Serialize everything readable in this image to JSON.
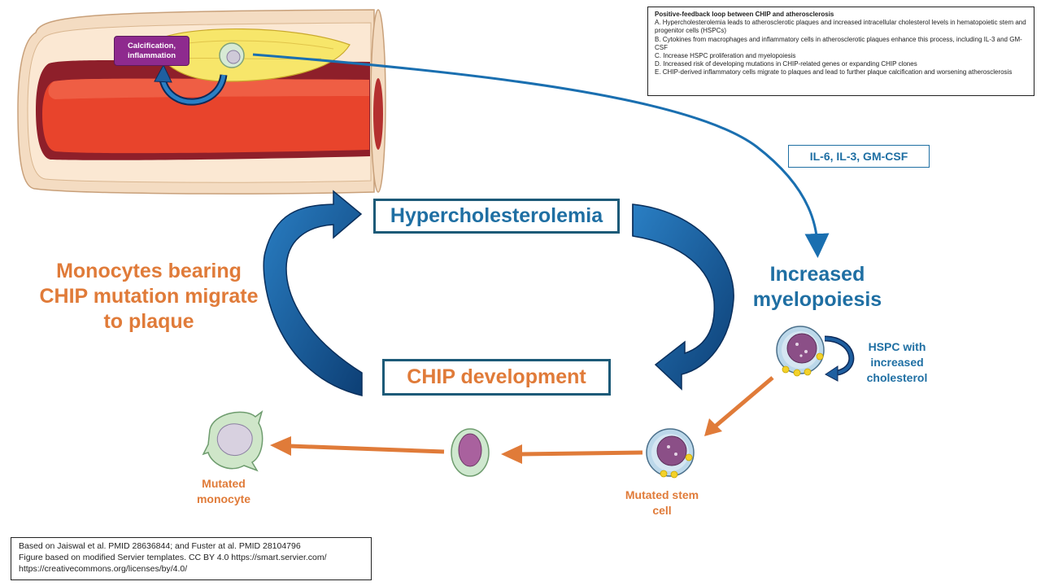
{
  "legend": {
    "title": "Positive-feedback loop between CHIP and atherosclerosis",
    "items": [
      "A. Hypercholesterolemia leads to atherosclerotic plaques and increased intracellular cholesterol levels in hematopoietic stem and progenitor cells (HSPCs)",
      "B. Cytokines from macrophages and inflammatory cells in atherosclerotic plaques enhance this process, including IL-3 and GM-CSF",
      "C. Increase HSPC proliferation and myelopoiesis",
      "D. Increased risk of developing mutations in CHIP-related genes or expanding CHIP clones",
      "E. CHIP-derived inflammatory cells migrate to plaques and lead to further plaque calcification and worsening atherosclerosis"
    ]
  },
  "cytokines": "IL-6, IL-3, GM-CSF",
  "plaque_label": "Calcification, inflammation",
  "cycle": {
    "top": "Hypercholesterolemia",
    "right": "Increased myelopoiesis",
    "bottom": "CHIP development",
    "left": "Monocytes bearing CHIP mutation migrate to plaque"
  },
  "hspc_label": "HSPC with increased cholesterol",
  "cells": {
    "stem": "Mutated stem cell",
    "monocyte": "Mutated monocyte"
  },
  "citation": {
    "line1": "Based on Jaiswal et al. PMID 28636844; and Fuster at al. PMID 28104796",
    "line2": "Figure based on modified Servier templates. CC BY 4.0 https://smart.servier.com/",
    "line3": "https://creativecommons.org/licenses/by/4.0/"
  },
  "colors": {
    "blue_text": "#1f6fa3",
    "orange_text": "#e07b39",
    "cycle_arrow": "#1c5a9a",
    "plaque_label_bg": "#8e2a8e"
  }
}
